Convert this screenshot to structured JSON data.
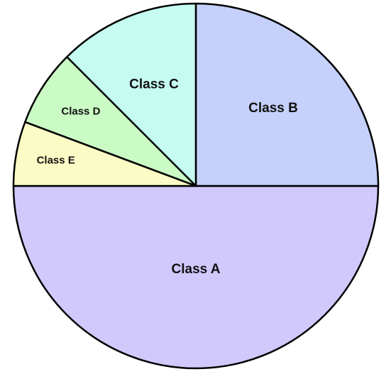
{
  "chart_data": {
    "type": "pie",
    "start_angle_deg": 180,
    "direction": "counterclockwise",
    "slices": [
      {
        "label": "Class A",
        "value": 50,
        "color": "#d1c8fb"
      },
      {
        "label": "Class B",
        "value": 25,
        "color": "#c5d0fb"
      },
      {
        "label": "Class C",
        "value": 12.5,
        "color": "#c5fbf1"
      },
      {
        "label": "Class D",
        "value": 6.8,
        "color": "#cbfbc5"
      },
      {
        "label": "Class E",
        "value": 5.7,
        "color": "#fbfbc5"
      }
    ],
    "outline_color": "#000000"
  }
}
